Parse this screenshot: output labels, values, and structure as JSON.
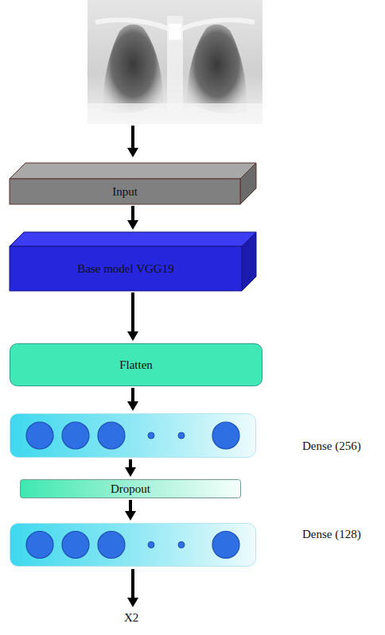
{
  "diagram": {
    "nodes": [
      {
        "text": [
          "Input"
        ]
      },
      {
        "text": [
          "Base model VGG19"
        ]
      },
      {
        "text": [
          "Flatten"
        ]
      },
      {
        "text": [
          "Dense (256)"
        ]
      },
      {
        "text": [
          "Dropout"
        ]
      },
      {
        "text": [
          "Dense (128)"
        ]
      }
    ],
    "edges": [
      {
        "from": 0,
        "to": 1,
        "arrow": "to"
      },
      {
        "from": 1,
        "to": 2,
        "arrow": "to"
      },
      {
        "from": 2,
        "to": 3,
        "arrow": "to"
      },
      {
        "from": 3,
        "to": 4,
        "arrow": "to"
      },
      {
        "from": 4,
        "to": 5,
        "arrow": "to"
      }
    ],
    "labels": [
      "X2"
    ]
  }
}
